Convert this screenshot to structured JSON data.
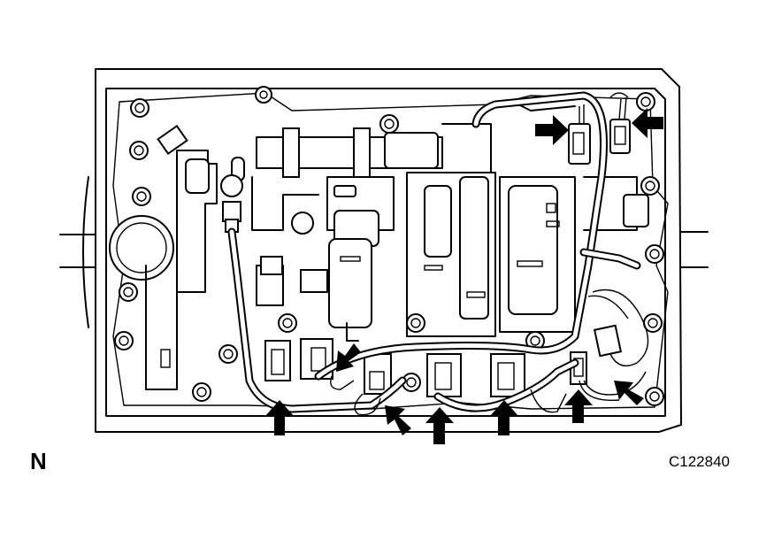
{
  "corner_letter": "N",
  "figure_code": "C122840",
  "colors": {
    "line": "#000000",
    "background": "#ffffff"
  },
  "pointer_arrow_count": 9
}
